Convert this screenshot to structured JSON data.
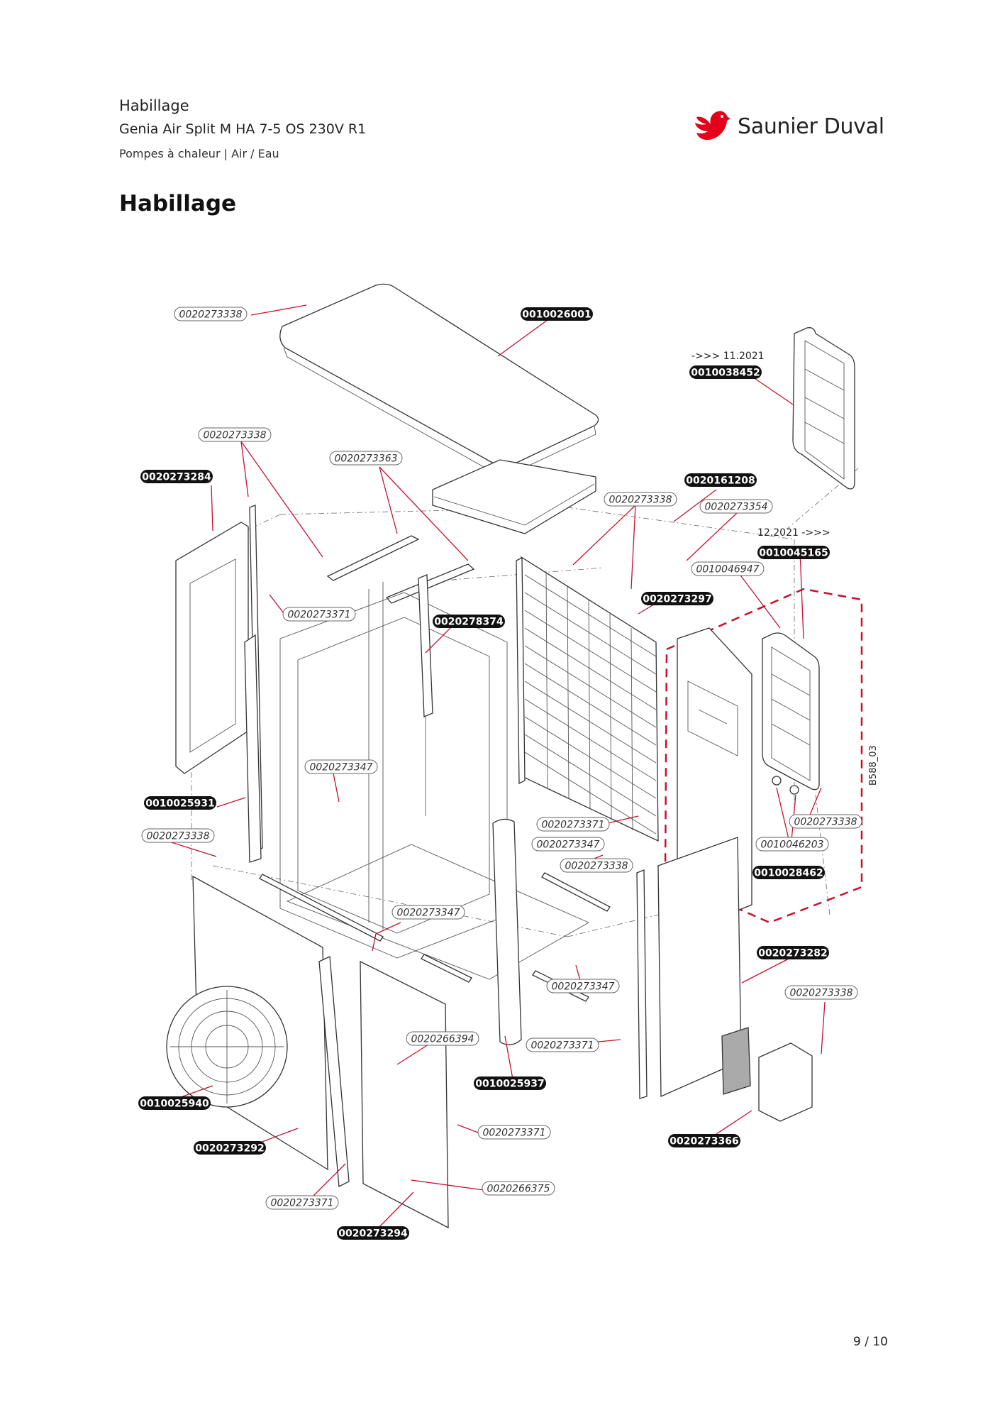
{
  "header": {
    "line1": "Habillage",
    "line2": "Genia Air Split M HA 7-5 OS 230V R1",
    "line3": "Pompes à chaleur | Air / Eau"
  },
  "brand": {
    "name": "Saunier Duval",
    "color": "#e2001a"
  },
  "page_title": "Habillage",
  "diagram": {
    "drawing_code": "B588_03",
    "annotations": {
      "before": "->>> 11.2021",
      "after": "12.2021 ->>>"
    },
    "part_labels": [
      {
        "id": "l01",
        "text": "0020273338",
        "style": "light"
      },
      {
        "id": "l02",
        "text": "0010026001",
        "style": "dark"
      },
      {
        "id": "l03",
        "text": "0010038452",
        "style": "dark"
      },
      {
        "id": "l04",
        "text": "0020273338",
        "style": "light"
      },
      {
        "id": "l05",
        "text": "0020273363",
        "style": "light"
      },
      {
        "id": "l06",
        "text": "0020273284",
        "style": "dark"
      },
      {
        "id": "l07",
        "text": "0020161208",
        "style": "dark"
      },
      {
        "id": "l08",
        "text": "0020273338",
        "style": "light"
      },
      {
        "id": "l09",
        "text": "0020273354",
        "style": "light"
      },
      {
        "id": "l10",
        "text": "0010045165",
        "style": "dark"
      },
      {
        "id": "l11",
        "text": "0010046947",
        "style": "light"
      },
      {
        "id": "l12",
        "text": "0020273297",
        "style": "dark"
      },
      {
        "id": "l13",
        "text": "0020273371",
        "style": "light"
      },
      {
        "id": "l14",
        "text": "0020278374",
        "style": "dark"
      },
      {
        "id": "l15",
        "text": "0020273347",
        "style": "light"
      },
      {
        "id": "l16",
        "text": "0010025931",
        "style": "dark"
      },
      {
        "id": "l17",
        "text": "0020273338",
        "style": "light"
      },
      {
        "id": "l18",
        "text": "0020273371",
        "style": "light"
      },
      {
        "id": "l19",
        "text": "0020273347",
        "style": "light"
      },
      {
        "id": "l20",
        "text": "0020273338",
        "style": "light"
      },
      {
        "id": "l21",
        "text": "0020273338",
        "style": "light"
      },
      {
        "id": "l22",
        "text": "0010046203",
        "style": "light"
      },
      {
        "id": "l23",
        "text": "0010028462",
        "style": "dark"
      },
      {
        "id": "l24",
        "text": "0020273347",
        "style": "light"
      },
      {
        "id": "l25",
        "text": "0020273282",
        "style": "dark"
      },
      {
        "id": "l26",
        "text": "0020273347",
        "style": "light"
      },
      {
        "id": "l27",
        "text": "0020273338",
        "style": "light"
      },
      {
        "id": "l28",
        "text": "0020266394",
        "style": "light"
      },
      {
        "id": "l29",
        "text": "0020273371",
        "style": "light"
      },
      {
        "id": "l30",
        "text": "0010025937",
        "style": "dark"
      },
      {
        "id": "l31",
        "text": "0010025940",
        "style": "dark"
      },
      {
        "id": "l32",
        "text": "0020273371",
        "style": "light"
      },
      {
        "id": "l33",
        "text": "0020273292",
        "style": "dark"
      },
      {
        "id": "l34",
        "text": "0020273366",
        "style": "dark"
      },
      {
        "id": "l35",
        "text": "0020266375",
        "style": "light"
      },
      {
        "id": "l36",
        "text": "0020273371",
        "style": "light"
      },
      {
        "id": "l37",
        "text": "0020273294",
        "style": "dark"
      }
    ]
  },
  "footer": {
    "page": "9 / 10"
  }
}
